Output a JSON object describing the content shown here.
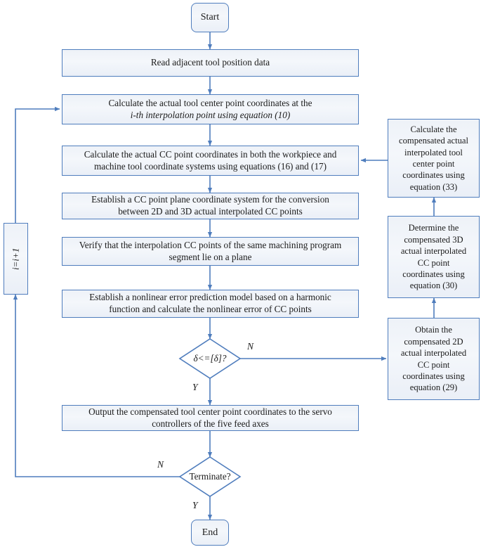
{
  "diagram": {
    "title": "Nonlinear error compensation flowchart",
    "colors": {
      "stroke": "#4f7dbd",
      "fill_light": "#f4f7fb",
      "fill_dark": "#eaeff7",
      "text": "#1b1b1b"
    },
    "start": {
      "label": "Start"
    },
    "end": {
      "label": "End"
    },
    "main_steps": [
      {
        "id": "read-data",
        "lines": [
          "Read adjacent tool position data"
        ]
      },
      {
        "id": "calc-tcp",
        "lines": [
          "Calculate the actual tool center point coordinates at the",
          "i-th interpolation point using equation (10)"
        ]
      },
      {
        "id": "calc-cc",
        "lines": [
          "Calculate the actual CC point coordinates in both the workpiece and",
          "machine tool coordinate systems using equations (16) and (17)"
        ]
      },
      {
        "id": "establish-plane-cs",
        "lines": [
          "Establish a CC point plane coordinate system for the conversion",
          "between 2D and 3D actual interpolated CC points"
        ]
      },
      {
        "id": "verify-plane",
        "lines": [
          "Verify that the interpolation CC points of the same machining program",
          "segment lie on a plane"
        ]
      },
      {
        "id": "nonlinear-model",
        "lines": [
          "Establish a nonlinear error prediction model based on a harmonic",
          "function and calculate the nonlinear error of CC points"
        ]
      },
      {
        "id": "output-servo",
        "lines": [
          "Output the compensated tool center point coordinates to the servo",
          "controllers of the five feed axes"
        ]
      }
    ],
    "decisions": [
      {
        "id": "error-check",
        "label": "δ<=[δ]?",
        "yes": "Y",
        "no": "N"
      },
      {
        "id": "terminate",
        "label": "Terminate?",
        "yes": "Y",
        "no": "N"
      }
    ],
    "side_steps": [
      {
        "id": "comp-tcp-33",
        "lines": [
          "Calculate the",
          "compensated actual",
          "interpolated tool",
          "center point",
          "coordinates using",
          "equation (33)"
        ]
      },
      {
        "id": "comp-3d-30",
        "lines": [
          "Determine the",
          "compensated 3D",
          "actual interpolated",
          "CC point",
          "coordinates using",
          "equation (30)"
        ]
      },
      {
        "id": "comp-2d-29",
        "lines": [
          "Obtain the",
          "compensated 2D",
          "actual interpolated",
          "CC point",
          "coordinates using",
          "equation (29)"
        ]
      }
    ],
    "loop_counter": {
      "id": "increment",
      "label": "i=i+1"
    }
  }
}
